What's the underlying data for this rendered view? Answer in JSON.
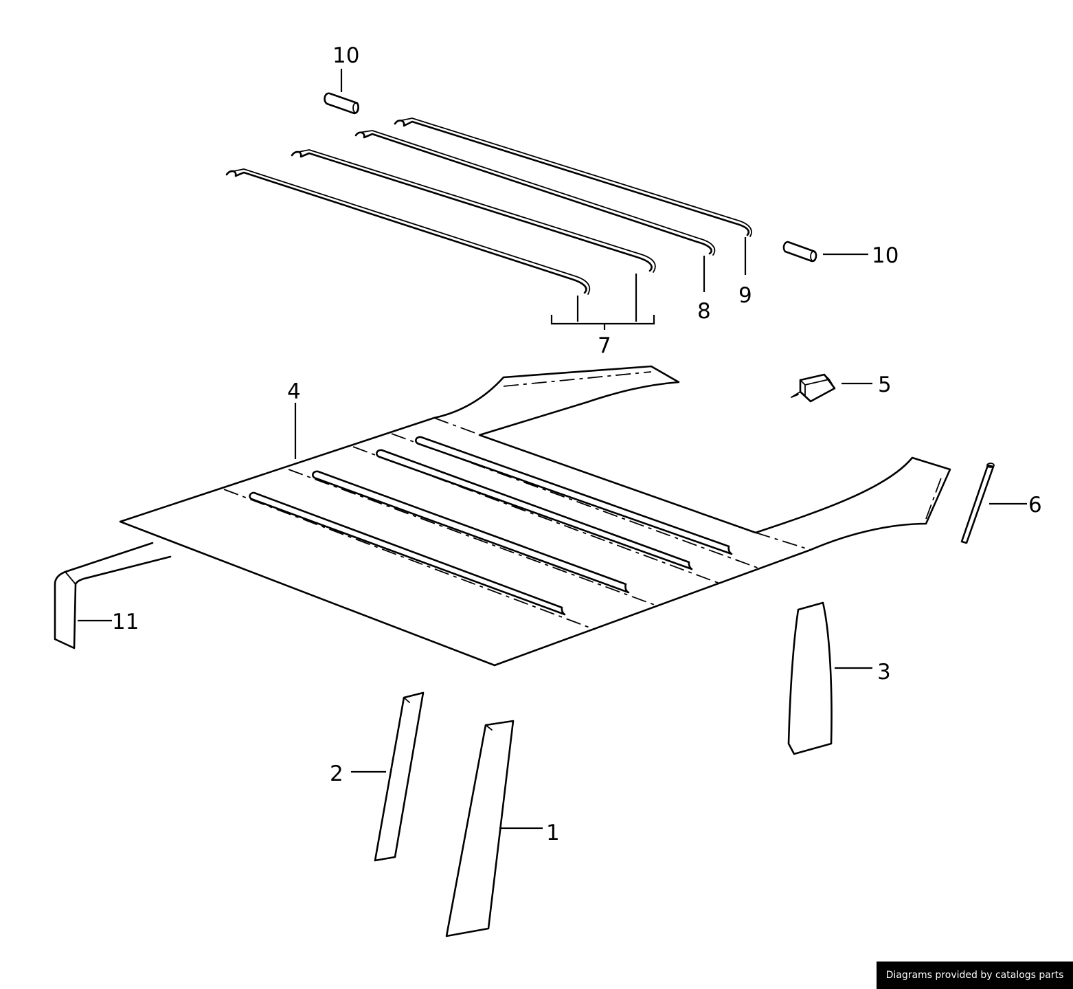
{
  "callouts": {
    "c1": "1",
    "c2": "2",
    "c3": "3",
    "c4": "4",
    "c5": "5",
    "c6": "6",
    "c7": "7",
    "c8": "8",
    "c9": "9",
    "c10a": "10",
    "c10b": "10",
    "c11": "11"
  },
  "watermark": "Diagrams provided by catalogs parts"
}
